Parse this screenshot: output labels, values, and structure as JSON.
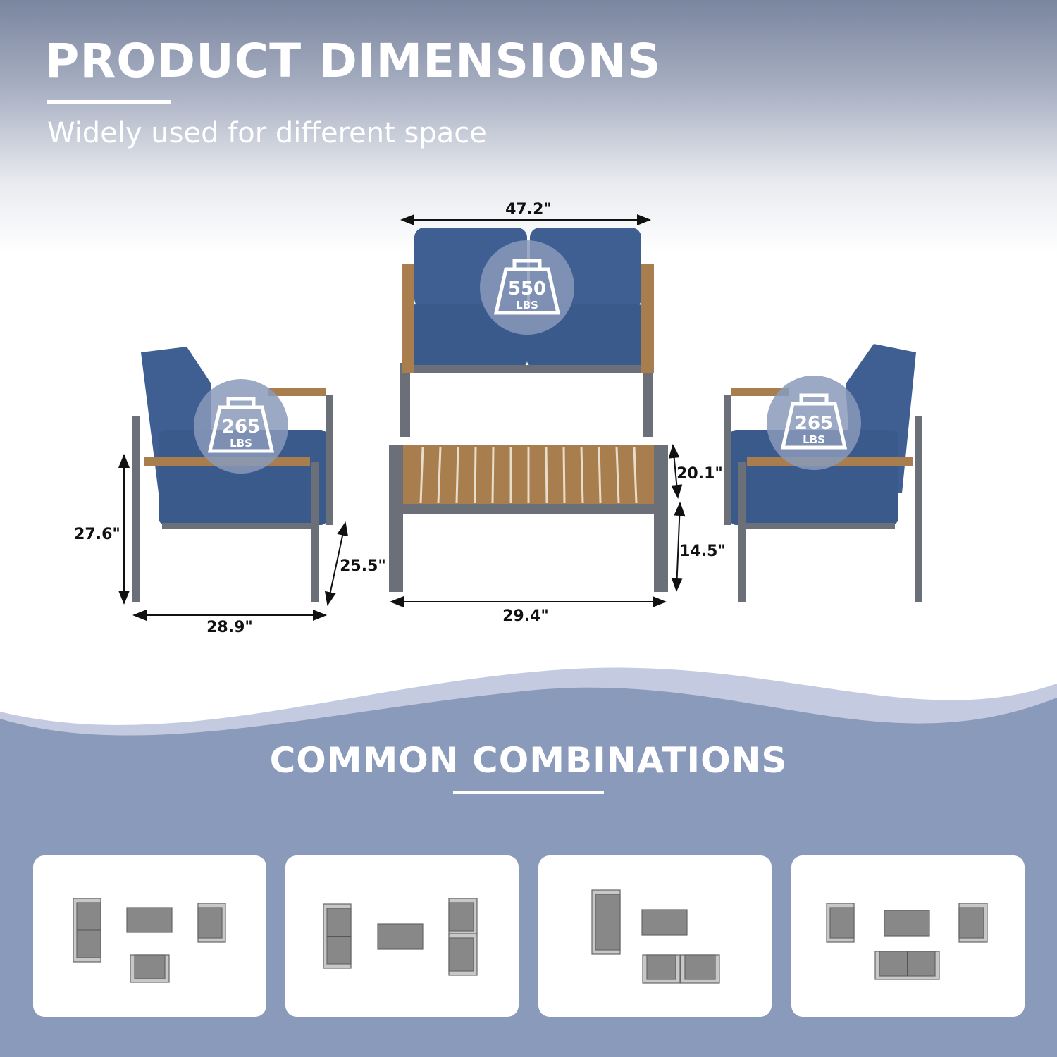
{
  "header": {
    "title": "PRODUCT DIMENSIONS",
    "subtitle": "Widely used for different space"
  },
  "dimensions": {
    "loveseat_width": "47.2\"",
    "chair_height": "27.6\"",
    "chair_depth": "25.5\"",
    "chair_width": "28.9\"",
    "table_length": "29.4\"",
    "table_width": "20.1\"",
    "table_height": "14.5\""
  },
  "weight_badges": {
    "loveseat": {
      "value": "550",
      "unit": "LBS"
    },
    "left_chair": {
      "value": "265",
      "unit": "LBS"
    },
    "right_chair": {
      "value": "265",
      "unit": "LBS"
    }
  },
  "combinations": {
    "title": "COMMON COMBINATIONS",
    "cards": [
      "combination-1",
      "combination-2",
      "combination-3",
      "combination-4"
    ]
  },
  "colors": {
    "cushion": "#3f5f93",
    "frame": "#6b7078",
    "wood": "#a97e4f",
    "band": "#8a9aba",
    "band_light": "#c4cbe0"
  }
}
